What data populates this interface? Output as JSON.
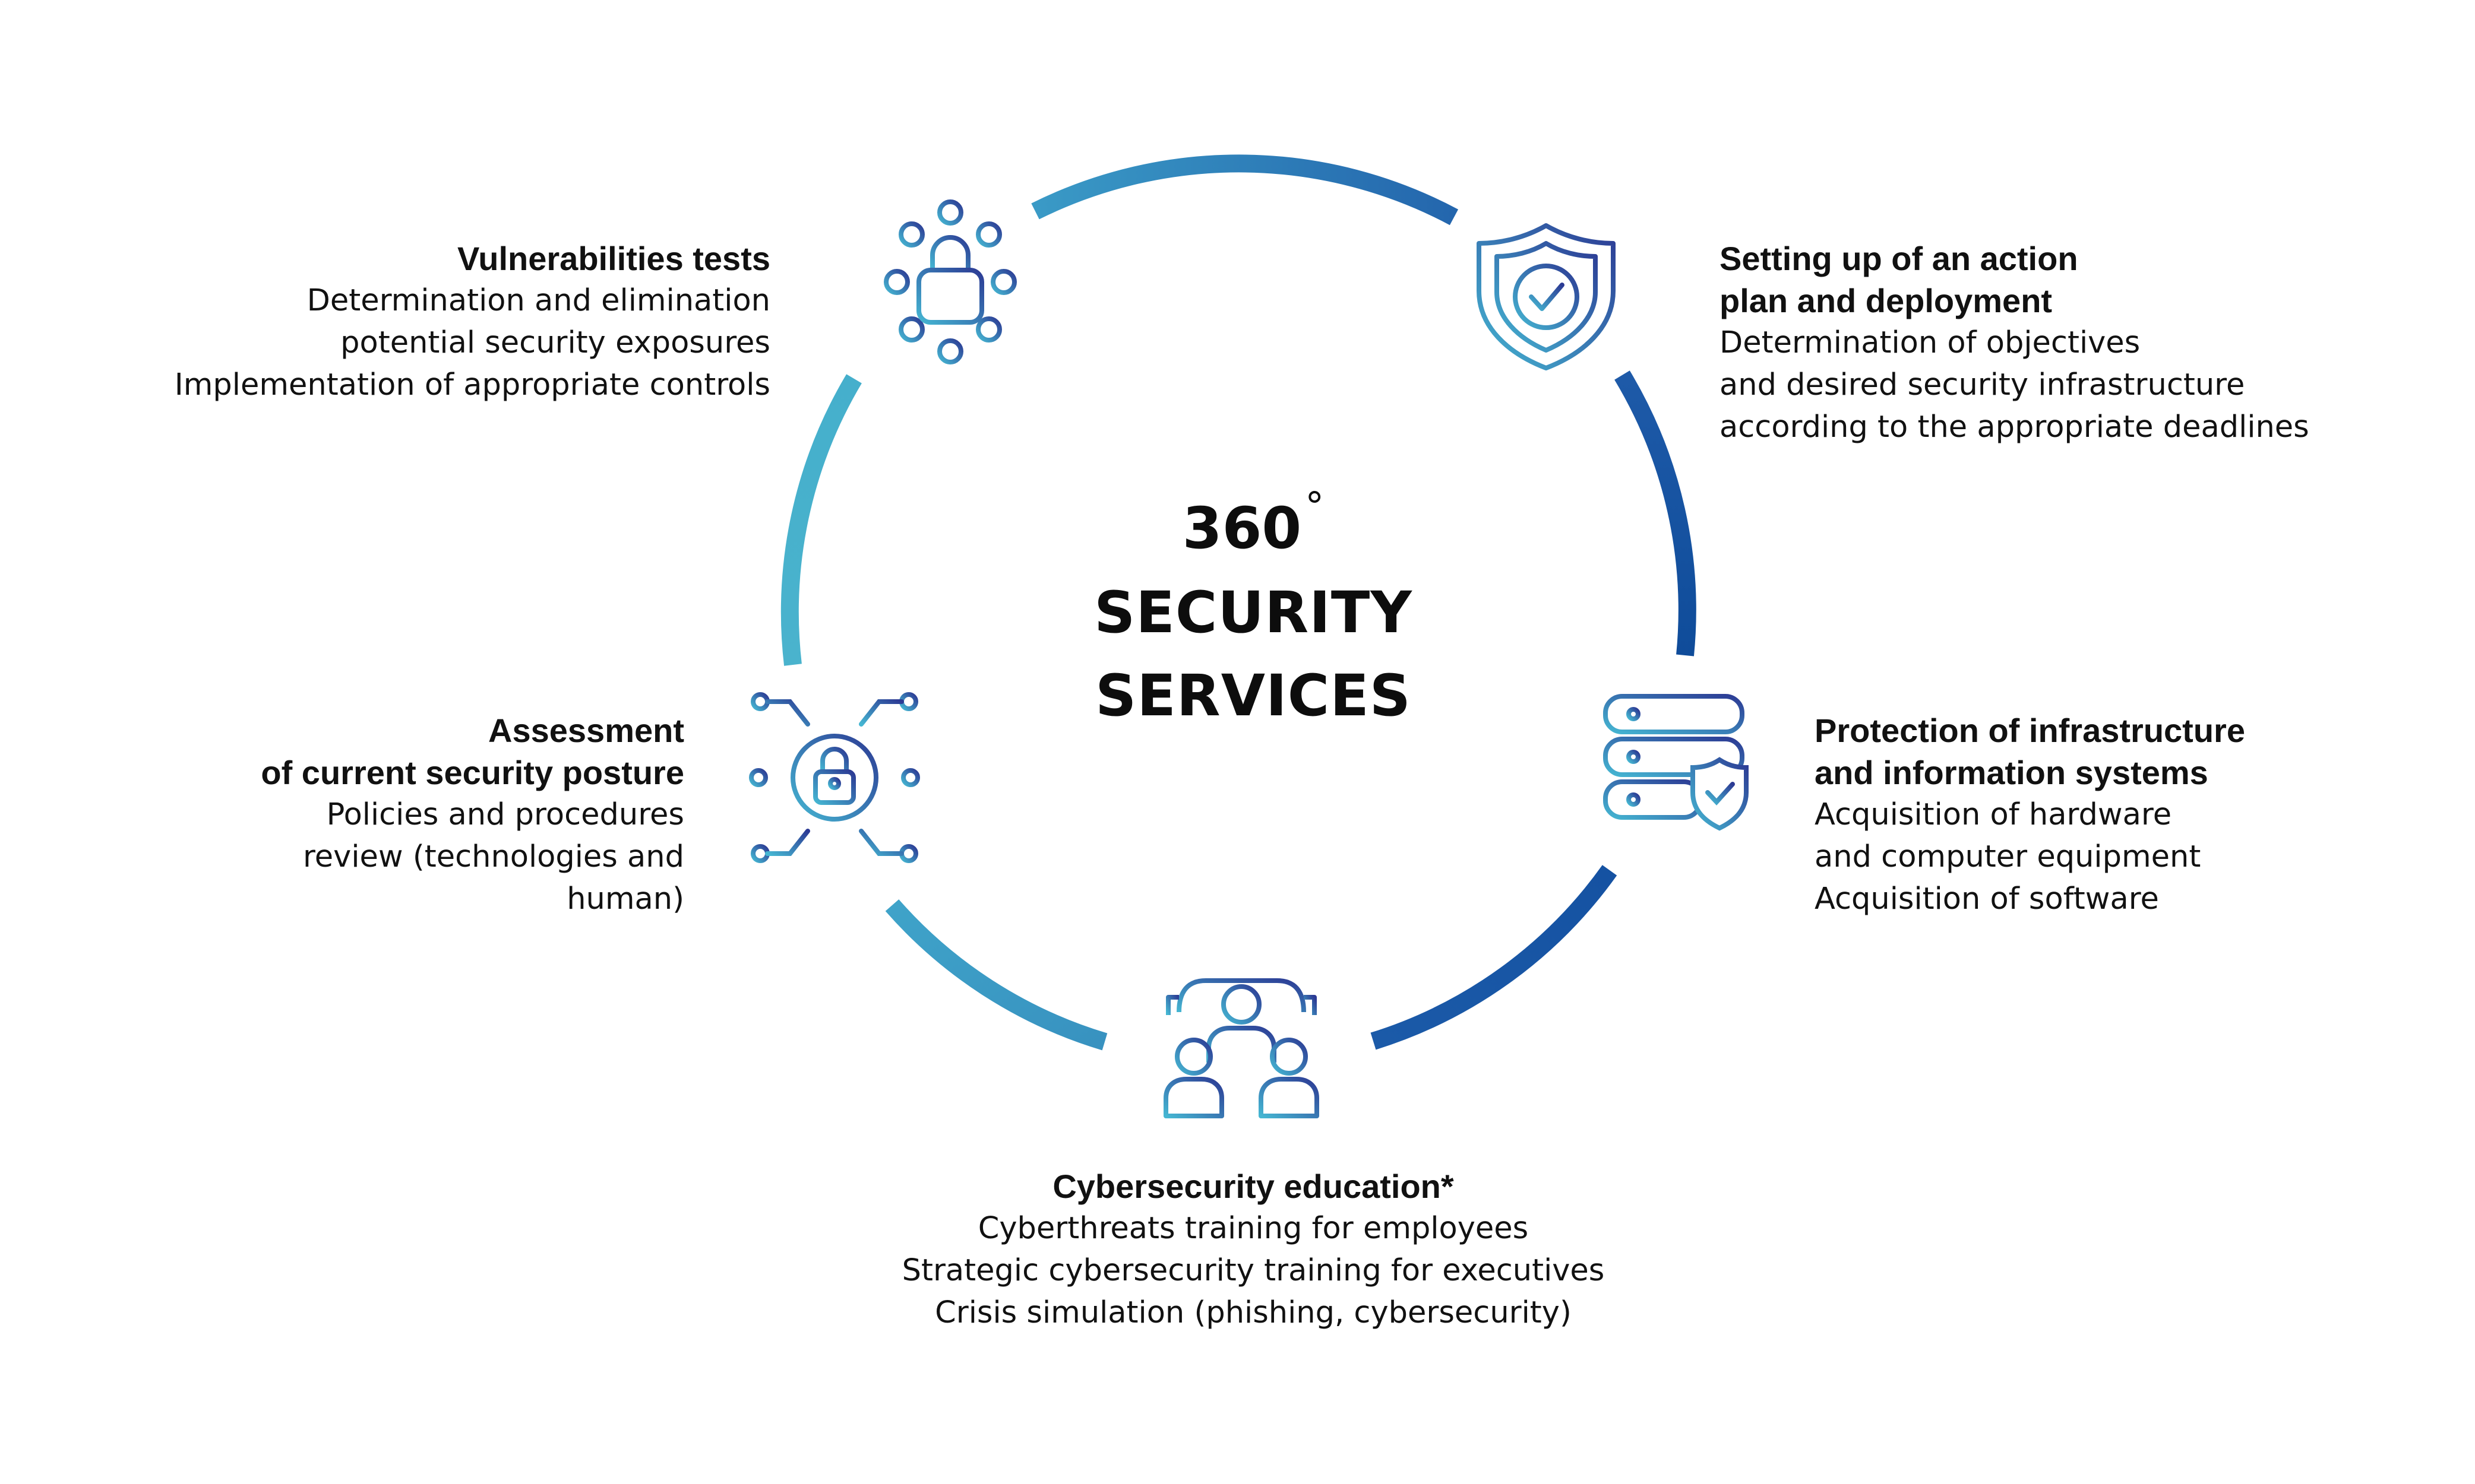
{
  "center": {
    "line1": "360",
    "degree": "°",
    "line2": "SECURITY",
    "line3": "SERVICES"
  },
  "colors": {
    "dark_blue": "#0f4c9a",
    "mid_blue": "#2a7bbf",
    "light_blue": "#4bb5cc",
    "teal": "#3aa8c4",
    "navy": "#2d2f8f"
  },
  "sections": {
    "vulnerabilities": {
      "title": "Vulnerabilities tests",
      "lines": [
        "Determination and elimination",
        "potential security exposures",
        "Implementation of appropriate controls"
      ],
      "icon": "padlock-network-icon"
    },
    "action_plan": {
      "title_lines": [
        "Setting up of an action",
        "plan and deployment"
      ],
      "lines": [
        "Determination of objectives",
        "and desired security infrastructure",
        "according to the appropriate deadlines"
      ],
      "icon": "shield-check-icon"
    },
    "protection": {
      "title_lines": [
        "Protection of infrastructure",
        "and information systems"
      ],
      "lines": [
        "Acquisition of hardware",
        "and computer equipment",
        "Acquisition of software"
      ],
      "icon": "server-shield-icon"
    },
    "education": {
      "title": "Cybersecurity education*",
      "lines": [
        "Cyberthreats training for employees",
        "Strategic cybersecurity training for executives",
        "Crisis simulation (phishing, cybersecurity)"
      ],
      "icon": "team-training-icon"
    },
    "assessment": {
      "title_lines": [
        "Assessment",
        "of current security posture"
      ],
      "lines": [
        "Policies and procedures",
        "review (technologies and",
        "human)"
      ],
      "icon": "lock-circuit-icon"
    }
  }
}
